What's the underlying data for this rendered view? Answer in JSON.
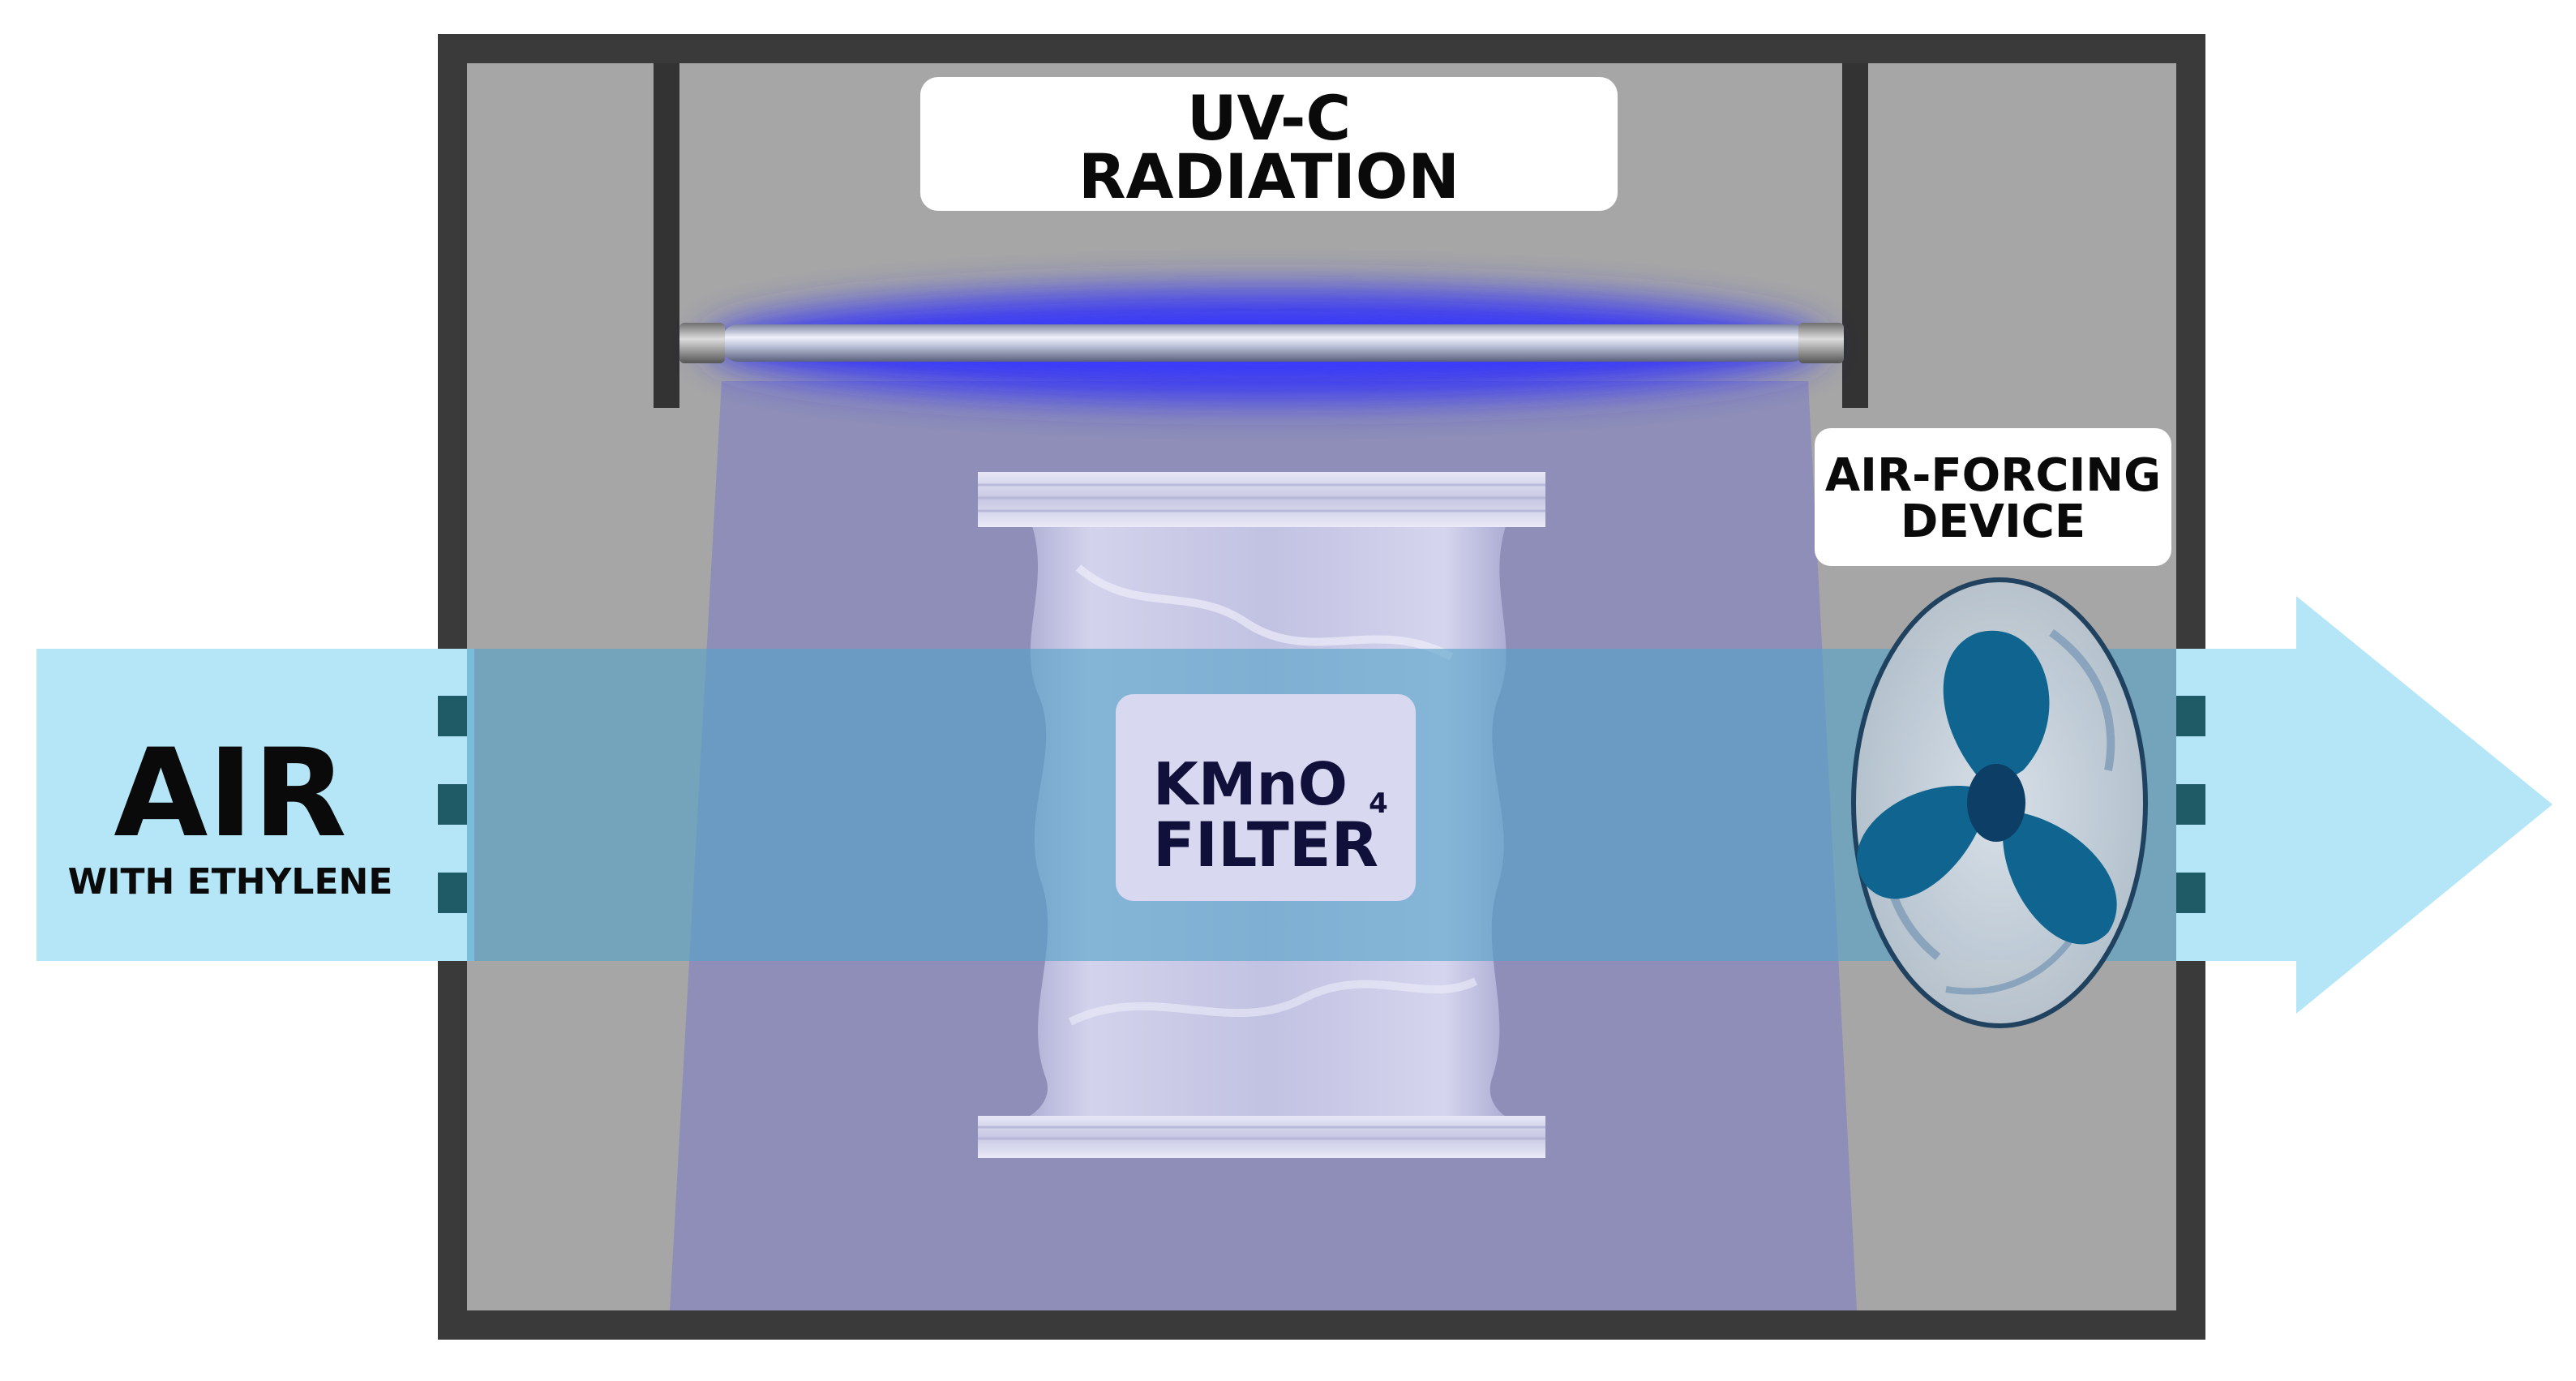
{
  "labels": {
    "uv_line1": "UV-C",
    "uv_line2": "RADIATION",
    "fan_line1": "AIR-FORCING",
    "fan_line2": "DEVICE",
    "air_main": "AIR",
    "air_sub": "WITH ETHYLENE",
    "filter_formula_base": "KMnO",
    "filter_formula_subscript": "4",
    "filter_line2": "FILTER"
  },
  "colors": {
    "chamber_frame": "#3a3a3a",
    "chamber_fill": "#a6a6a6",
    "uv_light_cone": "#8c8cba",
    "uv_glow": "#2a2aff",
    "air_flow": "#b4e6f7",
    "air_flow_overlap": "#5b95c5",
    "bag": "#b9b9dc",
    "fan_blade": "#0f6590",
    "fan_hub": "#0d3f66",
    "vent_slot": "#1f5b66",
    "label_box": "#ffffff",
    "text": "#0a0a0a"
  },
  "icons": {
    "lamp": "uv-lamp-tube",
    "fan": "fan-icon",
    "filter": "filter-bag-icon",
    "arrow": "airflow-arrow"
  }
}
